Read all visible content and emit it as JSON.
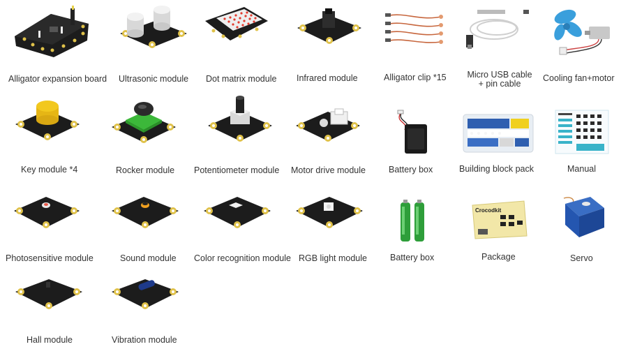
{
  "items": [
    {
      "label": "Alligator expansion board",
      "icon": "alligator-expansion-board-icon"
    },
    {
      "label": "Ultrasonic module",
      "icon": "ultrasonic-module-icon"
    },
    {
      "label": "Dot matrix module",
      "icon": "dot-matrix-module-icon"
    },
    {
      "label": "Infrared module",
      "icon": "infrared-module-icon"
    },
    {
      "label": "Alligator clip *15",
      "icon": "alligator-clip-icon"
    },
    {
      "label": "Micro USB cable",
      "label2": "+ pin cable",
      "icon": "micro-usb-cable-icon"
    },
    {
      "label": "Cooling fan+motor",
      "icon": "cooling-fan-motor-icon"
    },
    {
      "label": "Key module *4",
      "icon": "key-module-icon"
    },
    {
      "label": "Rocker module",
      "icon": "rocker-module-icon"
    },
    {
      "label": "Potentiometer module",
      "icon": "potentiometer-module-icon"
    },
    {
      "label": "Motor drive module",
      "icon": "motor-drive-module-icon"
    },
    {
      "label": "Battery box",
      "icon": "battery-box-icon"
    },
    {
      "label": "Building block pack",
      "icon": "building-block-pack-icon"
    },
    {
      "label": "Manual",
      "icon": "manual-icon"
    },
    {
      "label": "Photosensitive module",
      "icon": "photosensitive-module-icon"
    },
    {
      "label": "Sound module",
      "icon": "sound-module-icon"
    },
    {
      "label": "Color recognition module",
      "icon": "color-recognition-module-icon"
    },
    {
      "label": "RGB light module",
      "icon": "rgb-light-module-icon"
    },
    {
      "label": "Battery box",
      "icon": "aa-batteries-icon"
    },
    {
      "label": "Package",
      "icon": "package-icon"
    },
    {
      "label": "Servo",
      "icon": "servo-icon"
    },
    {
      "label": "Hall module",
      "icon": "hall-module-icon"
    },
    {
      "label": "Vibration module",
      "icon": "vibration-module-icon"
    }
  ],
  "package_brand": "Crocodkit",
  "colors": {
    "board": "#1c1c1c",
    "pad": "#e0c24a",
    "key_cap": "#f2c81e",
    "rocker_base": "#3cb83a",
    "battery_green": "#2e9e3a",
    "servo_blue": "#2456b0",
    "fan_blue": "#3a9fdc"
  }
}
